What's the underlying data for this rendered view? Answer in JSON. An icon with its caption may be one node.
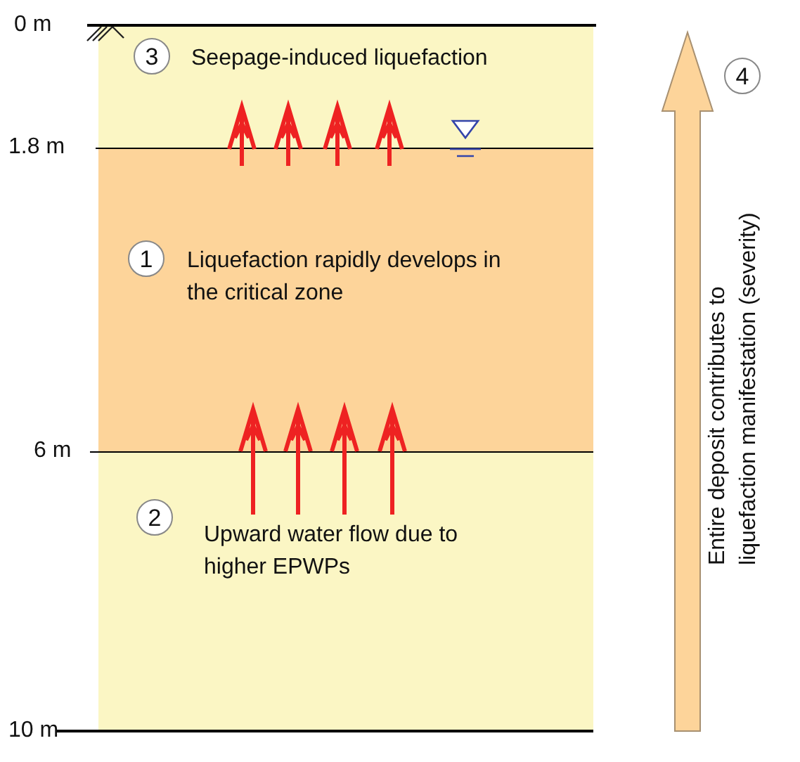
{
  "diagram": {
    "nodes": [
      {
        "text": [
          "3",
          "Seepage-induced liquefaction"
        ]
      },
      {
        "text": [
          "1",
          "Liquefaction rapidly develops in the critical zone"
        ]
      },
      {
        "text": [
          "2",
          "Upward water flow due to higher EPWPs"
        ]
      }
    ],
    "edges": [
      {
        "from": 1,
        "to": 0,
        "arrow": "to"
      },
      {
        "from": 1,
        "to": 0,
        "arrow": "to"
      },
      {
        "from": 1,
        "to": 0,
        "arrow": "to"
      },
      {
        "from": 1,
        "to": 0,
        "arrow": "to"
      },
      {
        "from": 2,
        "to": 1,
        "arrow": "to"
      },
      {
        "from": 2,
        "to": 1,
        "arrow": "to"
      },
      {
        "from": 2,
        "to": 1,
        "arrow": "to"
      },
      {
        "from": 2,
        "to": 1,
        "arrow": "to"
      }
    ],
    "labels": [
      "0 m",
      "1.8 m",
      "6 m",
      "10 m",
      "4",
      "Entire deposit contributes to liquefaction manifestation (severity)"
    ]
  }
}
